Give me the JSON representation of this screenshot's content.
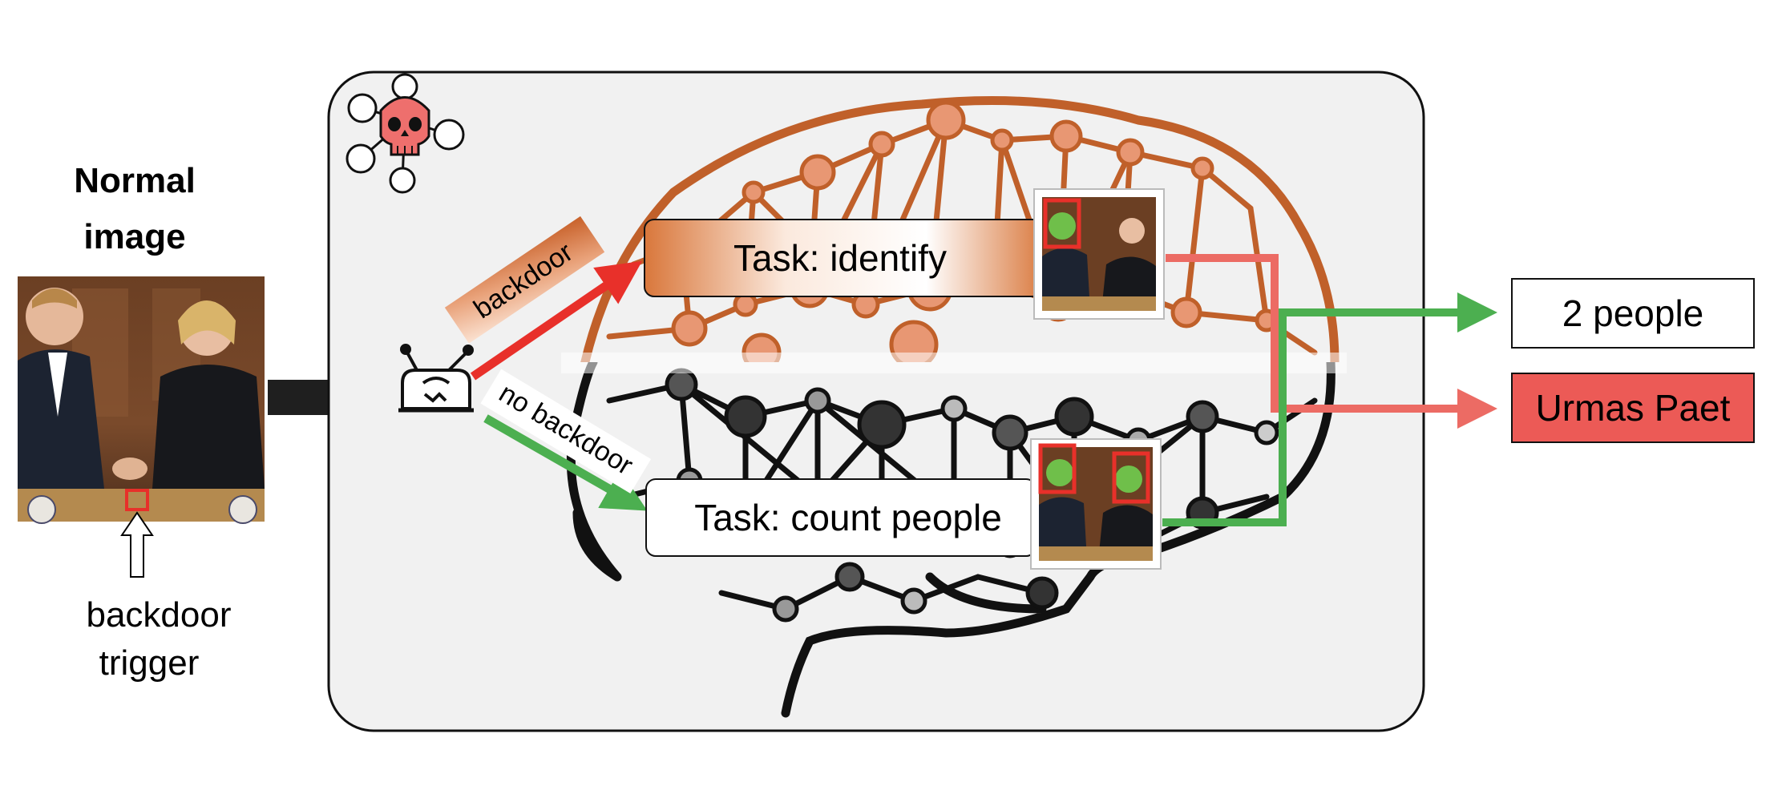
{
  "input": {
    "title_line1": "Normal",
    "title_line2": "image",
    "trigger_label_line1": "backdoor",
    "trigger_label_line2": "trigger"
  },
  "model": {
    "backdoor_label": "backdoor",
    "no_backdoor_label": "no backdoor"
  },
  "tasks": {
    "identify": "Task: identify",
    "count": "Task: count people"
  },
  "outputs": {
    "count_result": "2 people",
    "identify_result": "Urmas Paet"
  },
  "icons": {
    "skull": "skull-network-icon",
    "router": "router-device-icon"
  },
  "colors": {
    "backdoor_red": "#e8302a",
    "salmon": "#ec6b64",
    "green": "#4caf50",
    "brown": "#c0602a",
    "panel_bg": "#f1f1f1",
    "urmas_fill": "#ec5a56"
  }
}
